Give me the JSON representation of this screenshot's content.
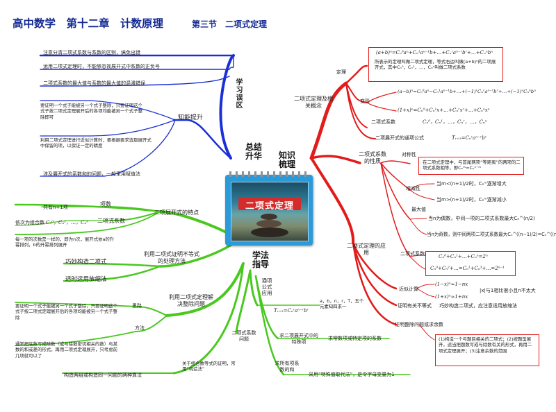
{
  "title": {
    "chapter": "高中数学　第十二章　计数原理",
    "section": "第三节　二项式定理"
  },
  "center": {
    "card_title": "二项式定理",
    "zongjie": "总结升华",
    "zhishi": "知识梳理",
    "xuefa": "学法指导"
  },
  "zongjie_branch": {
    "xuexi_wuqu": "学习误区",
    "wuqu_items": [
      "注意分清二项式系数与系数的区别，搞免出错",
      "运用二项式定理时，不能够忽视展开式中系数的正负号",
      "二项式系数的最大值与系数的最大值的混淆错误"
    ],
    "zhineng_tisheng": "知能提升",
    "tisheng_items": [
      "要证明一个式子能被另一个式子整除，只要证明这个式子按二项式定理展开后的各项均能被另一个式子整除即可",
      "利用二项式定理进行近似计算时，要根据要求选取展开式中保留的项，以保证一定的精度",
      "涉及展开式的系数和的问题，一般采用赋值法"
    ]
  },
  "zhishi_branch": {
    "theorem_node": "二项式定理及相关概念",
    "dingli": "定理",
    "dingli_formula": "(a+b)ⁿ=Cₙ⁰aⁿ+Cₙ¹aⁿ⁻¹b+…+Cₙʳaⁿ⁻ʳbʳ+…+Cₙⁿbⁿ",
    "dingli_text": "所表示的定理叫做二项式定理，等式右边叫做(a+b)ⁿ的二项展开式，其中Cₙ⁰，Cₙ¹，…，Cₙⁿ叫做二项式系数",
    "bianxing": "变形",
    "bianxing_f1": "(a−b)ⁿ=Cₙ⁰aⁿ−Cₙ¹aⁿ⁻¹b+…+(−1)ʳCₙʳaⁿ⁻ʳbʳ+…+(−1)ⁿCₙⁿbⁿ",
    "bianxing_f2": "(1+x)ⁿ=Cₙ⁰+Cₙ¹x+…+Cₙʳxʳ+…+Cₙⁿxⁿ",
    "xishu_label": "二项式系数",
    "xishu_formula": "Cₙ⁰，Cₙ¹，…，Cₙʳ，…，Cₙⁿ",
    "tongxiang_label": "二项展开式的通项公式",
    "tongxiang_formula": "Tᵣ₊₁=Cₙʳaⁿ⁻ʳbʳ",
    "properties_node": "二项式系数的性质",
    "duichen": "对称性",
    "duichen_text": "在二项式定理中，与首尾两项“等距离”的两项的二项式系数相等，即Cₙᵐ=Cₙⁿ⁻ᵐ",
    "zengjian": "增减性",
    "zengjian_1": "当m<(n+1)/2时，Cₙᵐ逐渐增大",
    "zengjian_2": "当m>(n+1)/2时，Cₙᵐ逐渐减小",
    "zuidazhi": "最大值",
    "zuida_1": "当n为偶数，中间一项的二项式系数最大Cₙ^(n/2)",
    "zuida_2": "当n为奇数，则中间两项二项式系数最大Cₙ^((n−1)/2)=Cₙ^((n+1)/2)",
    "he_label": "二项式系数的和",
    "he_1": "Cₙ⁰+Cₙ¹+…+Cₙⁿ=2ⁿ",
    "he_2": "Cₙ⁰+Cₙ²+…=Cₙ¹+Cₙ³+…=2ⁿ⁻¹",
    "application_node": "二项式定理的应用",
    "jinsi": "近似计算",
    "jinsi_f1": "(1−x)ⁿ≈1−nx",
    "jinsi_f2": "(1+x)ⁿ≈1+nx",
    "jinsi_cond": "|x|与1相比很小且n不太大",
    "zhengming": "证明有关不等式",
    "zhengming_text": "巧妙构造二项式，应注意适用放缩法",
    "zhengchu": "证明整除问题或求余数",
    "zhengchu_text": "(1)构造一个与题目相关的二项式；(2)按题型展开，适当把题数写成与除数有关的形式，再用二项式定理展开；(3)注意余数的范围"
  },
  "left_bottom": {
    "tedian_node": "二项展开式的特点",
    "xiangshu": "项数",
    "xiangshu_text": "共有n+1项",
    "xishu_title": "二项式系数",
    "xishu_text": "依次为组合数",
    "xishu_formula": "Cₙ⁰，Cₙ¹，…，Cₙⁿ",
    "cishu_text": "每一项的次数是一样的，即为n次，展开式依a的升幂排列，b的升幂排列展开",
    "budengshi_node": "利用二项式证明不等式的处理方法",
    "qiaomiao": "巧妙构造二项式",
    "fangsuo": "适时运用放缩法",
    "zhengchu_node": "利用二项式定理解决整除问题",
    "silu": "思路",
    "silu_text": "要证明一个式子能被另一个式子整除，只要证明这个式子按二项式定理展开后的各项均能被另一个式子整除",
    "fangfa": "方法",
    "fangfa_text": "通常把底数写成除数（或与除数密切相关的数）与某数的和或差的形式，再用二项式定理展开，只考虑前几项就可以了",
    "guyu": "关于组合数等式的证明，常用“构造法”",
    "gouzao": "构造两组或构造同一问题的两种算法"
  },
  "xuefa_branch": {
    "tongxiang_node": "通项公式应用",
    "tongxiang_formula": "Tᵣ₊₁=Cₙʳaⁿ⁻ʳbʳ",
    "tongxiang_desc": "a，b，n，r，T，五个元素知四求一",
    "xishu_wenti": "二项式系数问题",
    "teshu_node": "求二项展开式中的特殊项",
    "teshu_text": "求常数项或特定项的系数",
    "xishuhe_node": "求所有项系数的和",
    "fuzhi_text": "采用“特殊值取代法”，是令字母变量为1"
  },
  "colors": {
    "blue": "#1a2fd6",
    "red": "#e21b1b",
    "green": "#49c81e",
    "title": "#142a93"
  }
}
